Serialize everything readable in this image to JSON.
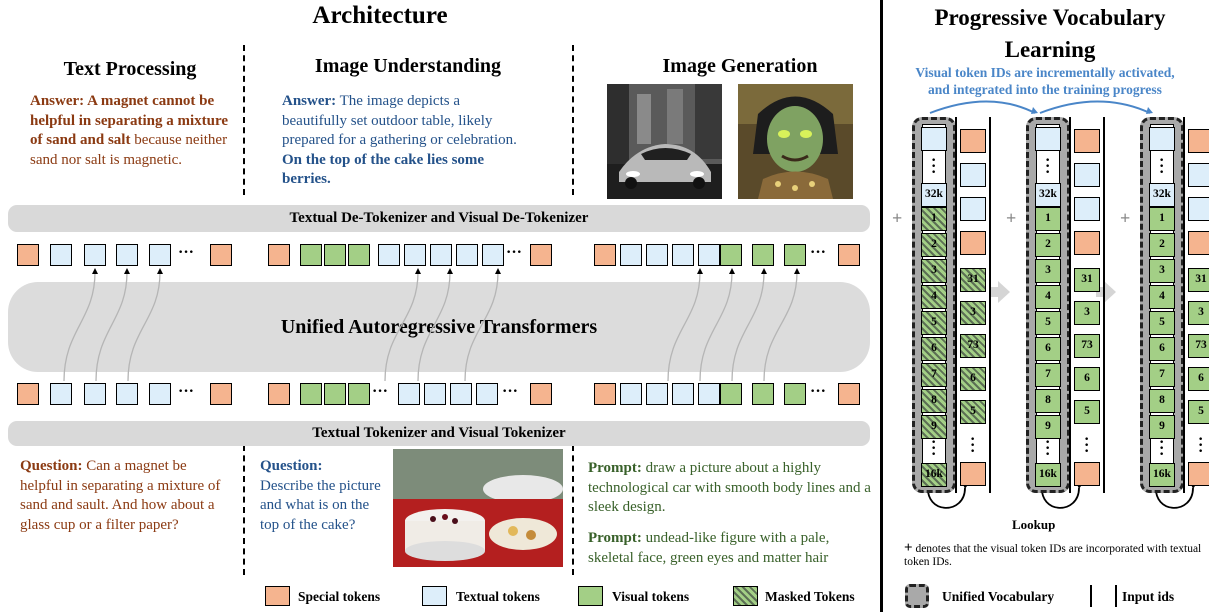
{
  "title": "Architecture",
  "right_title_line1": "Progressive Vocabulary",
  "right_title_line2": "Learning",
  "sections": {
    "text": "Text Processing",
    "understanding": "Image Understanding",
    "generation": "Image Generation"
  },
  "answers": {
    "text_bold": "Answer: A magnet cannot be helpful in separating a mixture of sand and salt",
    "text_rest": "because neither sand nor salt is magnetic.",
    "understanding_label": "Answer:",
    "understanding_rest": "The image depicts a beautifully set outdoor table, likely prepared for a gathering or celebration.",
    "understanding_bold": "On the top of the cake lies some berries."
  },
  "bars": {
    "detokenizer": "Textual De-Tokenizer and Visual De-Tokenizer",
    "transformer": "Unified Autoregressive Transformers",
    "tokenizer": "Textual Tokenizer and Visual Tokenizer"
  },
  "questions": {
    "text_label": "Question:",
    "text_rest": "Can a magnet be helpful in separating a mixture of sand and sault. And how about a glass cup or a filter paper?",
    "understanding_label": "Question:",
    "understanding_rest": "Describe the picture and what is on the top of the cake?",
    "prompt1_label": "Prompt:",
    "prompt1_rest": "draw a picture about a highly technological car with smooth body lines and a sleek design.",
    "prompt2_label": "Prompt:",
    "prompt2_rest": "undead-like figure with a pale, skeletal face, green eyes and matter hair"
  },
  "dots": "···",
  "vocab": {
    "caption_line1": "Visual token IDs are incrementally activated,",
    "caption_line2": "and integrated into the training progress",
    "plus": "+",
    "id_32k": "32k",
    "id_16k": "16k",
    "visual_ids": [
      "1",
      "2",
      "3",
      "4",
      "5",
      "6",
      "7",
      "8",
      "9"
    ],
    "input_ids": [
      "31",
      "3",
      "73",
      "6",
      "5"
    ],
    "lookup": "Lookup",
    "note": "denotes that the visual token IDs are incorporated with textual token IDs."
  },
  "legend": {
    "special": "Special tokens",
    "textual": "Textual tokens",
    "visual": "Visual tokens",
    "masked": "Masked Tokens",
    "unified": "Unified Vocabulary",
    "input": "Input ids"
  },
  "colors": {
    "special": "#f5b48f",
    "textual": "#ddeefa",
    "visual": "#a3cf86",
    "answer_brown": "#8b3a12",
    "answer_blue": "#24528a",
    "prompt_green": "#39612a",
    "caption_blue": "#4a86c8"
  }
}
